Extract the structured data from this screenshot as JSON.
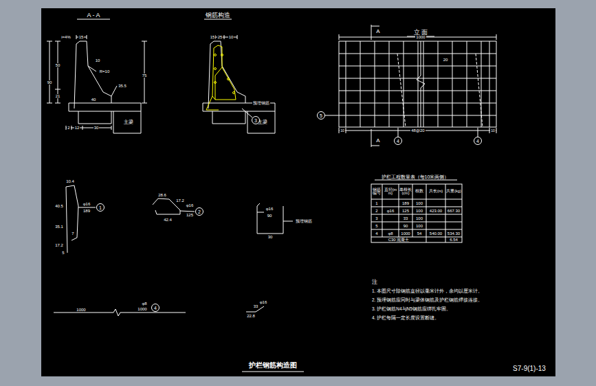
{
  "diagram": {
    "title": "护栏钢筋构造图",
    "nodes": [
      {
        "text": [
          "3"
        ]
      },
      {
        "text": [
          "5"
        ]
      },
      {
        "text": [
          "4"
        ]
      },
      {
        "text": [
          "4"
        ]
      },
      {
        "text": [
          "1"
        ]
      },
      {
        "text": [
          "2"
        ]
      },
      {
        "text": [
          "4"
        ]
      }
    ],
    "labels": [
      "A - A",
      "钢筋构造",
      "立 面",
      "15",
      "50",
      "90",
      "21",
      "2",
      "12",
      "30",
      "75",
      "35.5",
      "40",
      "R=10",
      "主梁",
      "10",
      "i=4%",
      "15",
      "25",
      "10",
      "主梁",
      "预埋钢筋",
      "1000",
      "20",
      "10",
      "48@20",
      "10",
      "A",
      "A",
      "10.4",
      "40.5",
      "35.1",
      "17.2",
      "5",
      "7",
      "φ16",
      "189",
      "28.6",
      "17.2",
      "42.4",
      "φ16",
      "125",
      "φ16",
      "90",
      "30",
      "预埋钢筋",
      "1000",
      "φ8",
      "1000",
      "φ16",
      "33",
      "22.8",
      "护栏工程数量表（每10米两侧）",
      "钢筋编号",
      "直径(mm)",
      "单根长(cm)",
      "根数",
      "共长(m)",
      "共重(kg)",
      "1",
      "189",
      "100",
      "2",
      "φ16",
      "125",
      "100",
      "423.00",
      "667.30",
      "3",
      "33",
      "100",
      "5",
      "90",
      "100",
      "4",
      "φ8",
      "1000",
      "54",
      "540.00",
      "534.30",
      "C30 混凝土",
      "6.54",
      "注",
      "1. 本图尺寸除钢筋直径以毫米计外，余均以厘米计。",
      "2. 预埋钢筋应同时与梁体钢筋及护栏钢筋焊接连接。",
      "3. 护栏钢筋N4与N5钢筋应绑扎牢固。",
      "4. 护栏每隔一定长度设置断缝。",
      "S7-9(1)-13"
    ]
  }
}
